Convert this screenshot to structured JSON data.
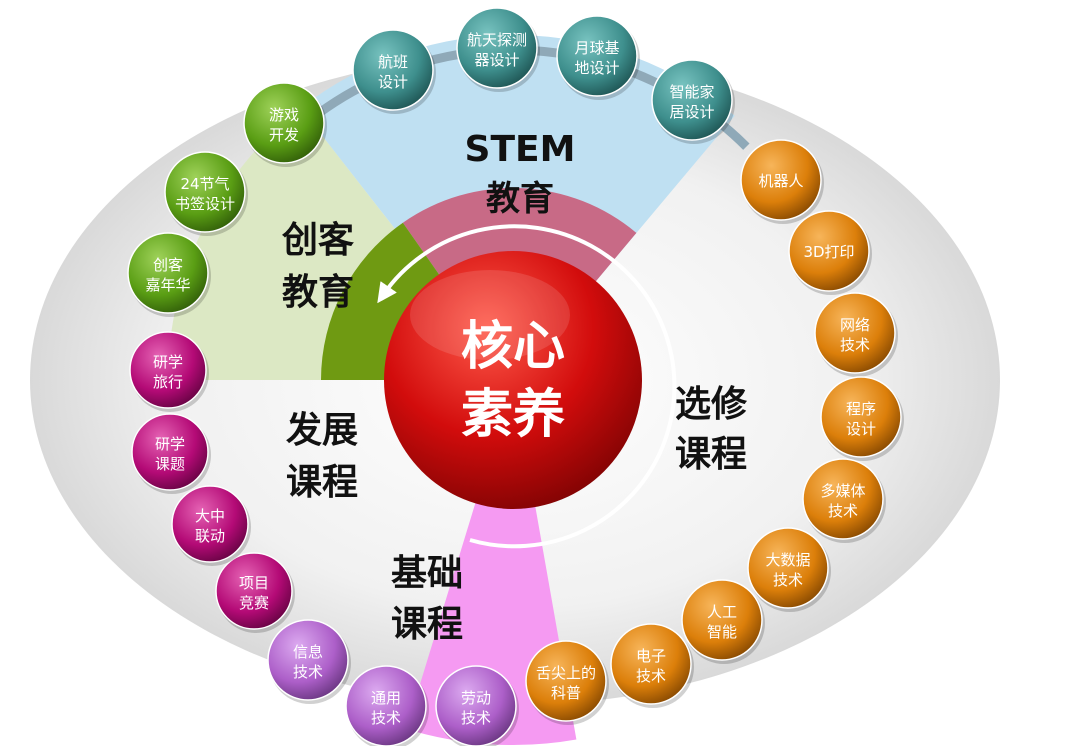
{
  "colors": {
    "teal": "#3e8f8d",
    "orange": "#dc7f0a",
    "green": "#5a9e14",
    "magenta": "#b40a76",
    "violet": "#ad5fc9",
    "core": "#d20c0c",
    "stem_sector": "#bfe0f2",
    "maker_sector": "#dce8c4",
    "basic_sector": "#f59af2",
    "inner_pink": "#c86a86",
    "inner_green": "#6f9a12",
    "ellipse": "#e6e6e6"
  },
  "core": {
    "line1": "核心",
    "line2": "素养"
  },
  "sections": {
    "stem": {
      "line1": "STEM",
      "line2": "教育"
    },
    "maker": {
      "line1": "创客",
      "line2": "教育"
    },
    "development": {
      "line1": "发展",
      "line2": "课程"
    },
    "elective": {
      "line1": "选修",
      "line2": "课程"
    },
    "basic": {
      "line1": "基础",
      "line2": "课程"
    }
  },
  "bubbles": {
    "stem": [
      {
        "line1": "航班",
        "line2": "设计"
      },
      {
        "line1": "航天探测",
        "line2": "器设计"
      },
      {
        "line1": "月球基",
        "line2": "地设计"
      },
      {
        "line1": "智能家",
        "line2": "居设计"
      }
    ],
    "elective": [
      {
        "line1": "机器人",
        "line2": ""
      },
      {
        "line1": "3D打印",
        "line2": ""
      },
      {
        "line1": "网络",
        "line2": "技术"
      },
      {
        "line1": "程序",
        "line2": "设计"
      },
      {
        "line1": "多媒体",
        "line2": "技术"
      },
      {
        "line1": "大数据",
        "line2": "技术"
      },
      {
        "line1": "人工",
        "line2": "智能"
      },
      {
        "line1": "电子",
        "line2": "技术"
      },
      {
        "line1": "舌尖上的",
        "line2": "科普"
      }
    ],
    "basic": [
      {
        "line1": "劳动",
        "line2": "技术"
      },
      {
        "line1": "通用",
        "line2": "技术"
      },
      {
        "line1": "信息",
        "line2": "技术"
      }
    ],
    "development": [
      {
        "line1": "项目",
        "line2": "竞赛"
      },
      {
        "line1": "大中",
        "line2": "联动"
      },
      {
        "line1": "研学",
        "line2": "课题"
      },
      {
        "line1": "研学",
        "line2": "旅行"
      }
    ],
    "maker": [
      {
        "line1": "创客",
        "line2": "嘉年华"
      },
      {
        "line1": "24节气",
        "line2": "书签设计"
      },
      {
        "line1": "游戏",
        "line2": "开发"
      }
    ]
  }
}
